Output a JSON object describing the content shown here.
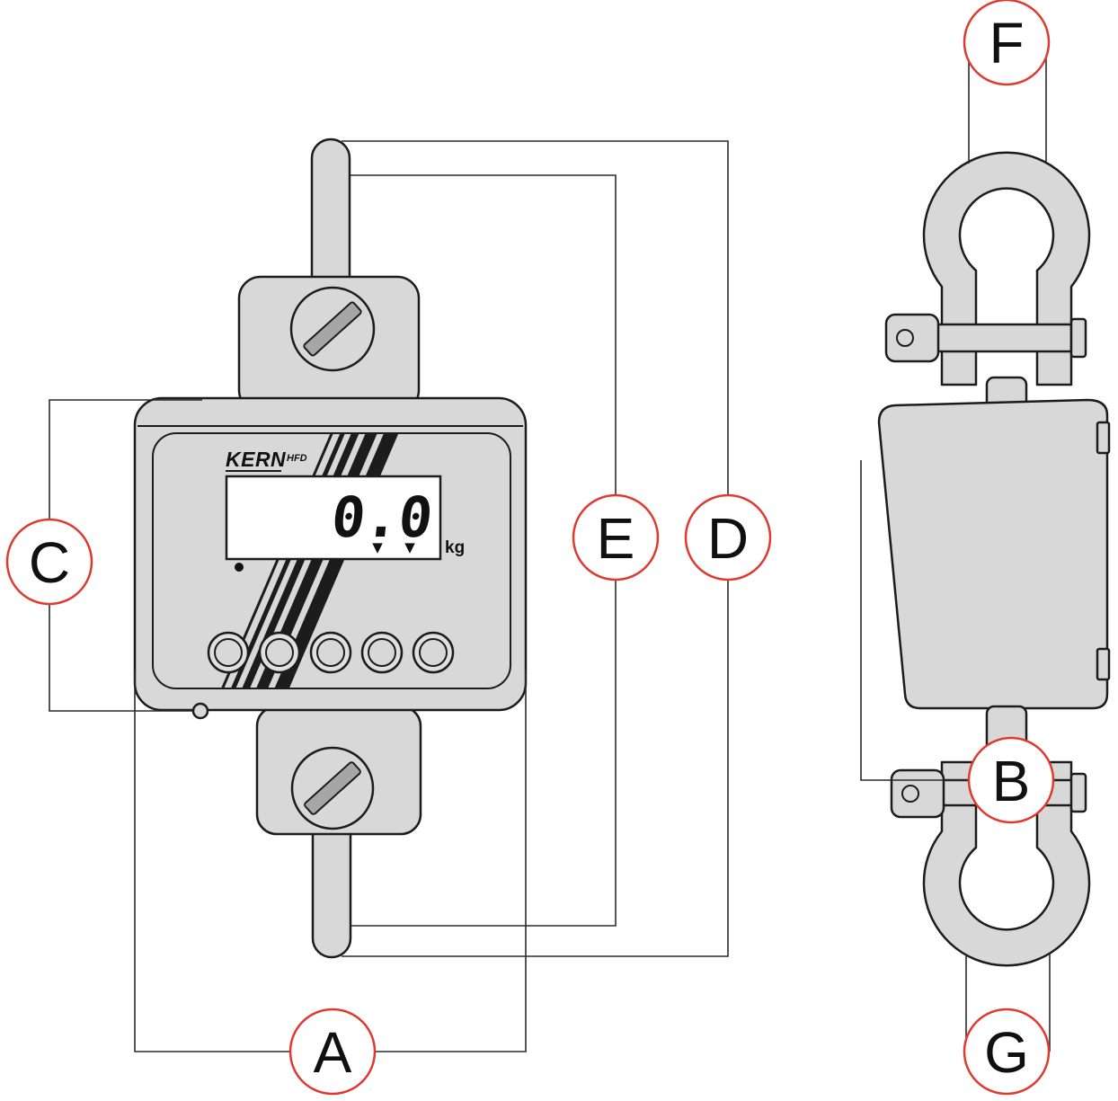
{
  "diagram": {
    "front_view": {
      "brand": "KERN",
      "model": "HFD",
      "display": {
        "value": "0.0",
        "unit": "kg",
        "annunciator": "▼"
      }
    },
    "callouts": [
      {
        "id": "A",
        "label": "A"
      },
      {
        "id": "B",
        "label": "B"
      },
      {
        "id": "C",
        "label": "C"
      },
      {
        "id": "D",
        "label": "D"
      },
      {
        "id": "E",
        "label": "E"
      },
      {
        "id": "F",
        "label": "F"
      },
      {
        "id": "G",
        "label": "G"
      }
    ],
    "colors": {
      "outline": "#1c1c1c",
      "body_fill": "#d8d8d8",
      "button_fill": "#e0e0e0",
      "slot_fill": "#a6a6a6",
      "display_bg": "#ffffff",
      "leader_line": "#2b2b2b",
      "callout_ring": "#e0392f",
      "callout_text": "#101010"
    }
  }
}
